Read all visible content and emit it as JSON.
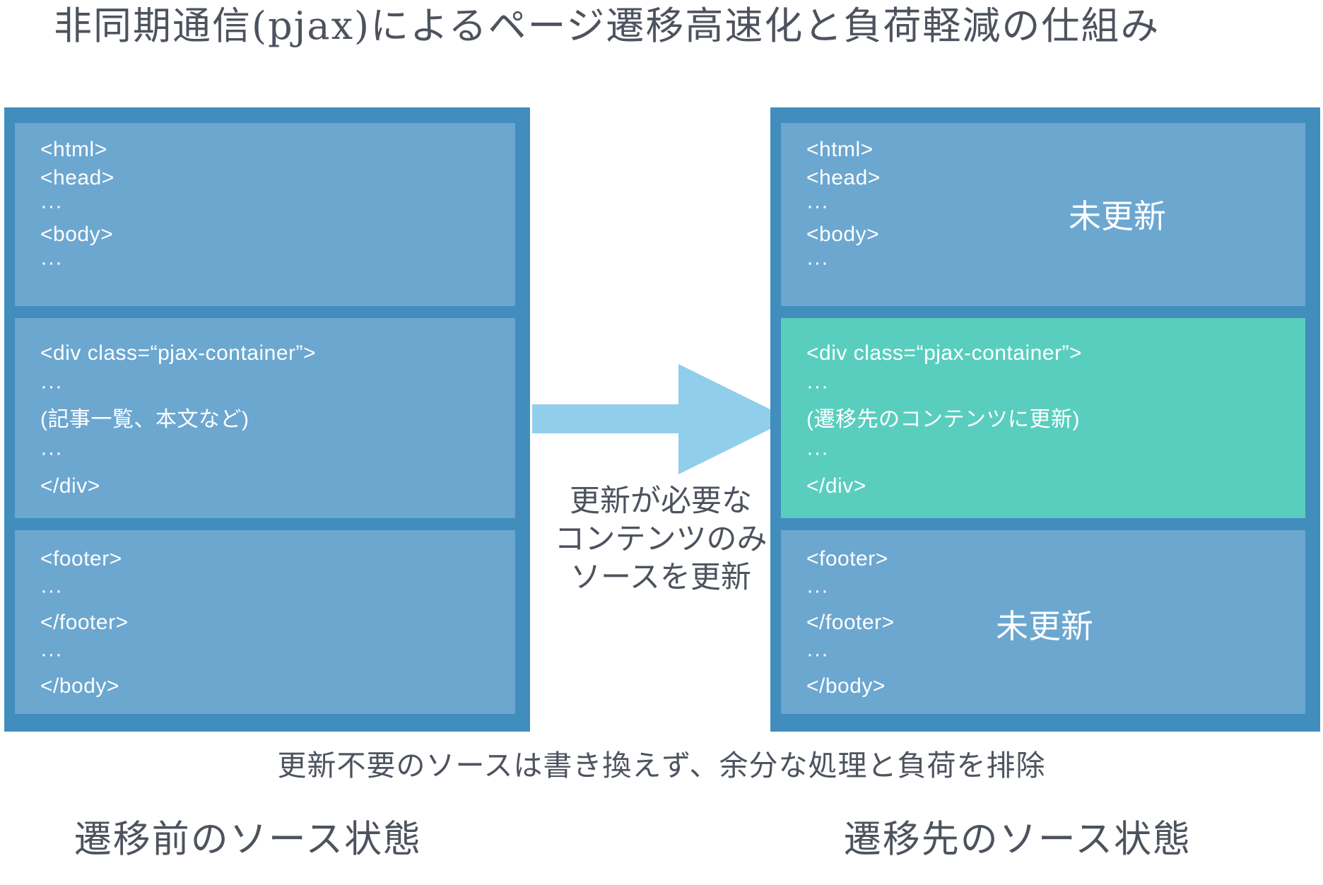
{
  "title": "非同期通信(pjax)によるページ遷移高速化と負荷軽減の仕組み",
  "left_panel": {
    "label": "遷移前のソース状態",
    "boxes": [
      {
        "lines": [
          "<html>",
          "<head>",
          "···",
          "<body>",
          "···"
        ]
      },
      {
        "lines": [
          "<div class=“pjax-container”>",
          "···",
          "(記事一覧、本文など)",
          "···",
          "</div>"
        ]
      },
      {
        "lines": [
          "<footer>",
          "···",
          "</footer>",
          "···",
          "</body>"
        ]
      }
    ]
  },
  "right_panel": {
    "label": "遷移先のソース状態",
    "boxes": [
      {
        "lines": [
          "<html>",
          "<head>",
          "···",
          "<body>",
          "···"
        ],
        "badge": "未更新"
      },
      {
        "lines": [
          "<div class=“pjax-container”>",
          "···",
          "(遷移先のコンテンツに更新)",
          "···",
          "</div>"
        ],
        "highlighted": true
      },
      {
        "lines": [
          "<footer>",
          "···",
          "</footer>",
          "···",
          "</body>"
        ],
        "badge": "未更新"
      }
    ]
  },
  "arrow_caption": {
    "line1": "更新が必要な",
    "line2": "コンテンツのみ",
    "line3": "ソースを更新"
  },
  "footnote": "更新不要のソースは書き換えず、余分な処理と負荷を排除",
  "colors": {
    "panel_border": "#418DBE",
    "box_blue": "#6CA7D0",
    "box_green": "#59CEBE",
    "arrow_blue": "#90CEEB",
    "text_dark": "#4D535E",
    "text_white": "#FFFFFF"
  }
}
